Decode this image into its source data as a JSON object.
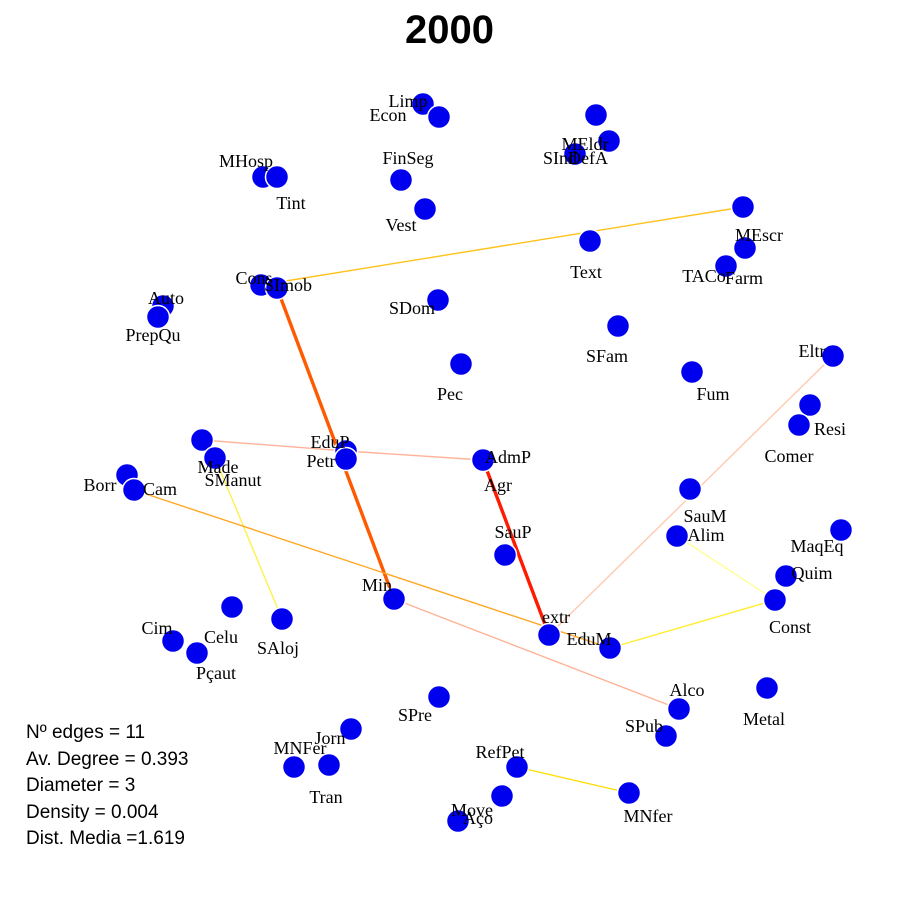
{
  "title": "2000",
  "stats": [
    "Nº edges = 11",
    "Av. Degree = 0.393",
    "Diameter = 3",
    "Density = 0.004",
    "Dist. Media =1.619"
  ],
  "node_color": "#0000ee",
  "nodes": [
    {
      "id": "Lim",
      "label": "Limp"
    },
    {
      "id": "Econ",
      "label": "Econ"
    },
    {
      "id": "FinSeg",
      "label": "FinSeg"
    },
    {
      "id": "Vest",
      "label": "Vest"
    },
    {
      "id": "MHosp",
      "label": "MHosp"
    },
    {
      "id": "Tint",
      "label": "Tint"
    },
    {
      "id": "MEldr",
      "label": "MEldr"
    },
    {
      "id": "SInd",
      "label": "SInd"
    },
    {
      "id": "DefA",
      "label": "DefA"
    },
    {
      "id": "MEscr",
      "label": "MEscr"
    },
    {
      "id": "Text",
      "label": "Text"
    },
    {
      "id": "TACo",
      "label": "TACo"
    },
    {
      "id": "Farm",
      "label": "Farm"
    },
    {
      "id": "Cons",
      "label": "Cons"
    },
    {
      "id": "SImob",
      "label": "SImob"
    },
    {
      "id": "Auto",
      "label": "Auto"
    },
    {
      "id": "PrepQu",
      "label": "PrepQu"
    },
    {
      "id": "SDom",
      "label": "SDom"
    },
    {
      "id": "SFam",
      "label": "SFam"
    },
    {
      "id": "Eltr",
      "label": "Eltr"
    },
    {
      "id": "Pec",
      "label": "Pec"
    },
    {
      "id": "Fum",
      "label": "Fum"
    },
    {
      "id": "Resi",
      "label": "Resi"
    },
    {
      "id": "Comer",
      "label": "Comer"
    },
    {
      "id": "Made",
      "label": "Made"
    },
    {
      "id": "SManut",
      "label": "SManut"
    },
    {
      "id": "EduP",
      "label": "EduP"
    },
    {
      "id": "Petr",
      "label": "Petr"
    },
    {
      "id": "AdmP",
      "label": "AdmP"
    },
    {
      "id": "Agr",
      "label": "Agr"
    },
    {
      "id": "Borr",
      "label": "Borr"
    },
    {
      "id": "Cam",
      "label": "Cam"
    },
    {
      "id": "SauM",
      "label": "SauM"
    },
    {
      "id": "Alim",
      "label": "Alim"
    },
    {
      "id": "MaqEq",
      "label": "MaqEq"
    },
    {
      "id": "SauP",
      "label": "SauP"
    },
    {
      "id": "Quim",
      "label": "Quim"
    },
    {
      "id": "Min",
      "label": "Min"
    },
    {
      "id": "extr",
      "label": "extr"
    },
    {
      "id": "Const",
      "label": "Const"
    },
    {
      "id": "Cim",
      "label": "Cim"
    },
    {
      "id": "Celu",
      "label": "Celu"
    },
    {
      "id": "SAloj",
      "label": "SAloj"
    },
    {
      "id": "EduM",
      "label": "EduM"
    },
    {
      "id": "Pcaut",
      "label": "Pçaut"
    },
    {
      "id": "Alco",
      "label": "Alco"
    },
    {
      "id": "Metal",
      "label": "Metal"
    },
    {
      "id": "SPre",
      "label": "SPre"
    },
    {
      "id": "SPub",
      "label": "SPub"
    },
    {
      "id": "Jorn",
      "label": "Jorn"
    },
    {
      "id": "MNFer",
      "label": "MNFer"
    },
    {
      "id": "Tran",
      "label": "Tran"
    },
    {
      "id": "RefPet",
      "label": "RefPet"
    },
    {
      "id": "MNfer",
      "label": "MNfer"
    },
    {
      "id": "Move",
      "label": "Move"
    },
    {
      "id": "Aco",
      "label": "Aço"
    }
  ],
  "edges": [
    {
      "source": "Cons",
      "target": "MEscr",
      "color": "#ffc21a"
    },
    {
      "source": "SImob",
      "target": "Min",
      "color": "#ff5a00"
    },
    {
      "source": "Made",
      "target": "EduP",
      "color": "#ffb39a"
    },
    {
      "source": "EduP",
      "target": "AdmP",
      "color": "#ffb39a"
    },
    {
      "source": "SManut",
      "target": "SAloj",
      "color": "#fff04a"
    },
    {
      "source": "Cam",
      "target": "EduM",
      "color": "#ffa726"
    },
    {
      "source": "AdmP",
      "target": "extr",
      "color": "#ff1a00"
    },
    {
      "source": "Eltr",
      "target": "extr",
      "color": "#ffcab0"
    },
    {
      "source": "Alim",
      "target": "Const",
      "color": "#ffff99"
    },
    {
      "source": "EduM",
      "target": "Const",
      "color": "#ffee33"
    },
    {
      "source": "Min",
      "target": "Alco",
      "color": "#ffb399"
    },
    {
      "source": "RefPet",
      "target": "MNfer",
      "color": "#ffdd00"
    }
  ]
}
